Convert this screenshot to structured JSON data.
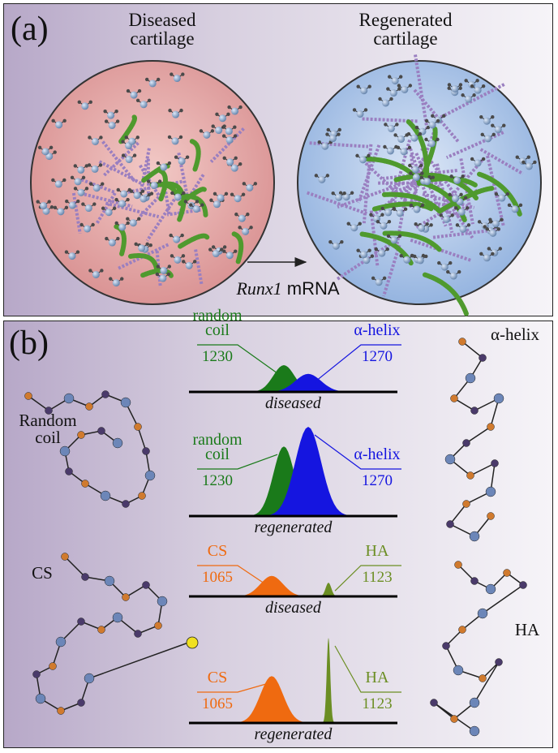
{
  "panel_a": {
    "label": "(a)",
    "left_title_line1": "Diseased",
    "left_title_line2": "cartilage",
    "right_title_line1": "Regenerated",
    "right_title_line2": "cartilage",
    "treatment_italic": "Runx1",
    "treatment_rest": " mRNA"
  },
  "panel_b": {
    "label": "(b)",
    "left_structure_1_line1": "Random",
    "left_structure_1_line2": "coil",
    "left_structure_2": "CS",
    "right_structure_1": "α-helix",
    "right_structure_2": "HA"
  },
  "spectra": [
    {
      "caption": "diseased",
      "peaks": [
        {
          "name_line1": "random",
          "name_line2": "coil",
          "position": 1230,
          "relative_height": 0.55,
          "color": "#1a7a1a"
        },
        {
          "name_line1": "α-helix",
          "name_line2": "",
          "position": 1270,
          "relative_height": 0.37,
          "color": "#1515e0"
        }
      ]
    },
    {
      "caption": "regenerated",
      "peaks": [
        {
          "name_line1": "random",
          "name_line2": "coil",
          "position": 1230,
          "relative_height": 0.78,
          "color": "#1a7a1a"
        },
        {
          "name_line1": "α-helix",
          "name_line2": "",
          "position": 1270,
          "relative_height": 1.0,
          "color": "#1515e0"
        }
      ]
    },
    {
      "caption": "diseased",
      "peaks": [
        {
          "name_line1": "CS",
          "name_line2": "",
          "position": 1065,
          "relative_height": 0.42,
          "color": "#ef6a10"
        },
        {
          "name_line1": "HA",
          "name_line2": "",
          "position": 1123,
          "relative_height": 0.28,
          "color": "#6b8e23"
        }
      ]
    },
    {
      "caption": "regenerated",
      "peaks": [
        {
          "name_line1": "CS",
          "name_line2": "",
          "position": 1065,
          "relative_height": 0.55,
          "color": "#ef6a10"
        },
        {
          "name_line1": "HA",
          "name_line2": "",
          "position": 1123,
          "relative_height": 1.0,
          "color": "#6b8e23"
        }
      ]
    }
  ]
}
